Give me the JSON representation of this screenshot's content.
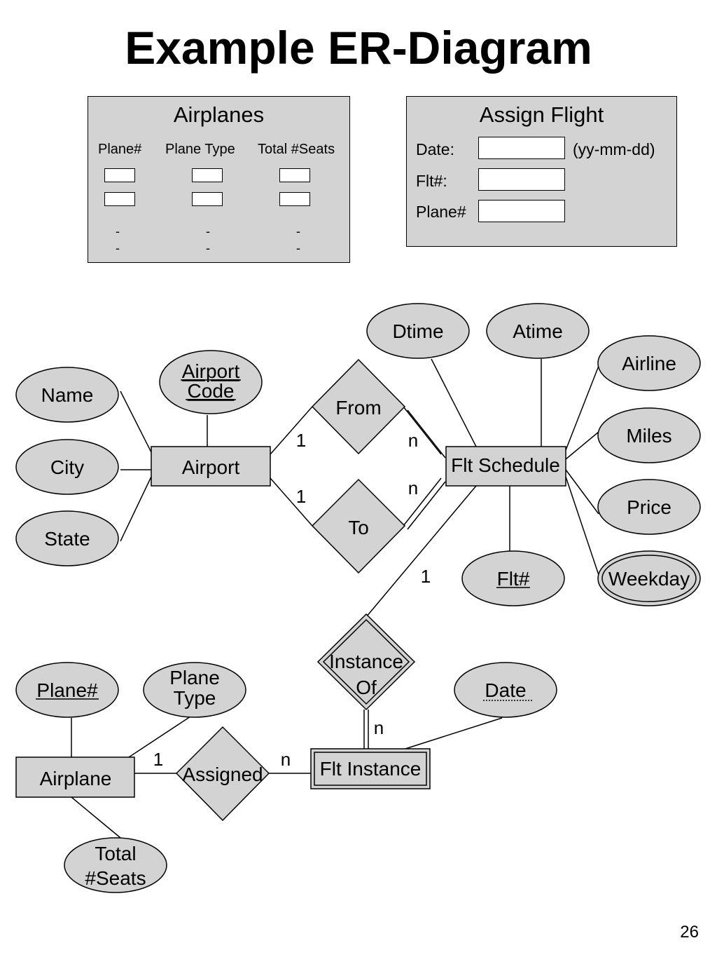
{
  "title": "Example ER-Diagram",
  "page_number": "26",
  "airplanes_form": {
    "title": "Airplanes",
    "columns": [
      "Plane#",
      "Plane Type",
      "Total #Seats"
    ],
    "dash": "-"
  },
  "assign_form": {
    "title": "Assign Flight",
    "fields": [
      {
        "label": "Date:",
        "hint": "(yy-mm-dd)"
      },
      {
        "label": "Flt#:",
        "hint": ""
      },
      {
        "label": "Plane#",
        "hint": ""
      }
    ]
  },
  "er": {
    "entities": {
      "airport": "Airport",
      "flt_schedule": "Flt Schedule",
      "airplane": "Airplane",
      "flt_instance": "Flt Instance"
    },
    "relationships": {
      "from": "From",
      "to": "To",
      "instance_of": [
        "Instance",
        "Of"
      ],
      "assigned": "Assigned"
    },
    "attributes": {
      "name": "Name",
      "city": "City",
      "state": "State",
      "airport_code": [
        "Airport",
        "Code"
      ],
      "dtime": "Dtime",
      "atime": "Atime",
      "airline": "Airline",
      "miles": "Miles",
      "price": "Price",
      "weekday": "Weekday",
      "flt_no": "Flt#",
      "plane_no": "Plane#",
      "plane_type": [
        "Plane",
        "Type"
      ],
      "total_seats": [
        "Total",
        "#Seats"
      ],
      "date": "Date"
    },
    "cardinalities": {
      "airport_from": "1",
      "from_sched": "n",
      "airport_to": "1",
      "to_sched": "n",
      "sched_instance": "1",
      "instance_flt": "n",
      "airplane_assigned": "1",
      "assigned_flt": "n"
    }
  }
}
